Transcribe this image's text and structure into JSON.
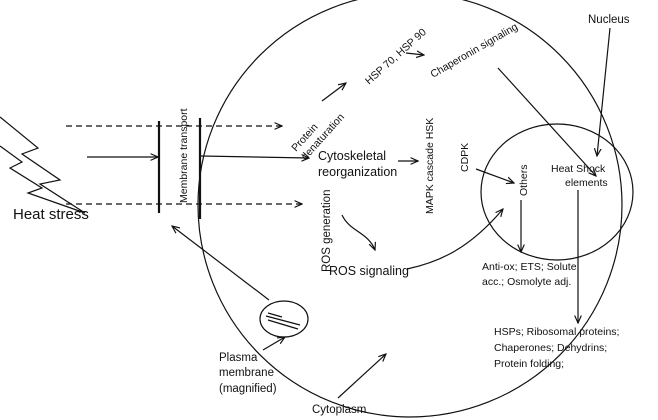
{
  "labels": {
    "heat_stress": "Heat stress",
    "membrane_transport": "Membrane transport",
    "protein_denaturation_1": "Protein",
    "protein_denaturation_2": "denaturation",
    "hsp": "HSP 70, HSP 90",
    "chaperonin_signaling": "Chaperonin signaling",
    "nucleus": "Nucleus",
    "cytoskeletal_1": "Cytoskeletal",
    "cytoskeletal_2": "reorganization",
    "mapk": "MAPK cascade HSK",
    "cdpk": "CDPK",
    "others": "Others",
    "heat_shock_1": "Heat Shock",
    "heat_shock_2": "elements",
    "ros_generation": "ROS generation",
    "ros_signaling": "ROS signaling",
    "antiox_1": "Anti-ox; ETS; Solute",
    "antiox_2": "acc.; Osmolyte adj.",
    "hsps_1": "HSPs; Ribosomal proteins;",
    "hsps_2": "Chaperones; Dehydrins;",
    "hsps_3": "Protein folding;",
    "plasma_1": "Plasma",
    "plasma_2": "membrane",
    "plasma_3": "(magnified)",
    "cytoplasm": "Cytoplasm"
  }
}
